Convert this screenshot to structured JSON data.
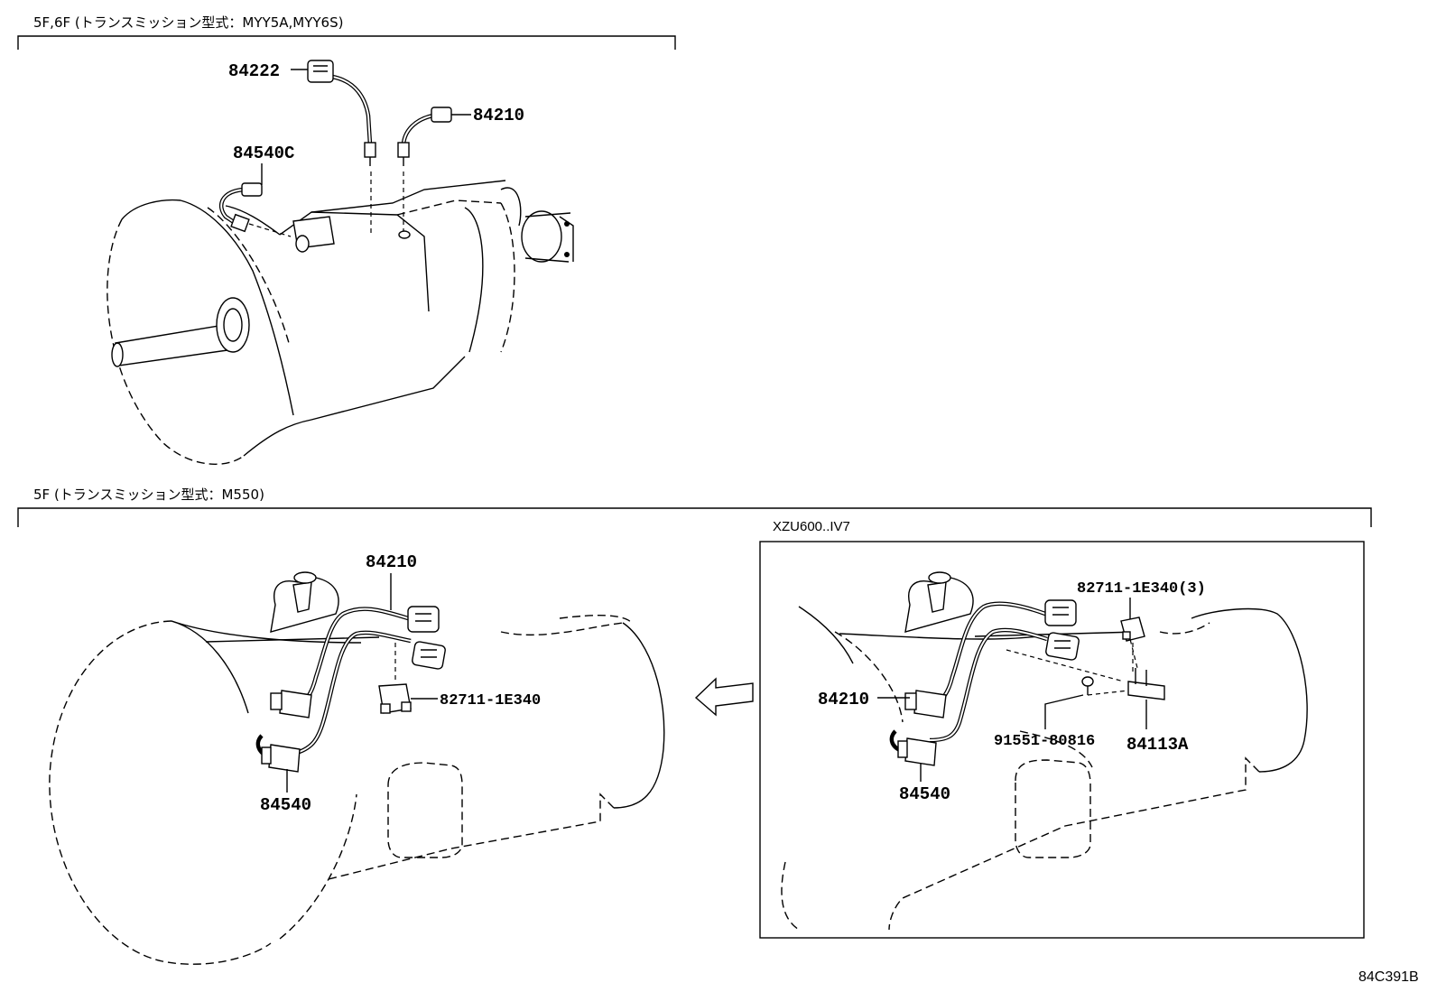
{
  "sections": {
    "top_header": "5F,6F (トランスミッション型式：MYY5A,MYY6S)",
    "bottom_header": "5F (トランスミッション型式：M550)",
    "inset_header": "XZU600..IV7"
  },
  "callouts_top": {
    "p84222": "84222",
    "p84210": "84210",
    "p84540C": "84540C"
  },
  "callouts_bottom_left": {
    "p84210": "84210",
    "p82711": "82711-1E340",
    "p84540": "84540"
  },
  "callouts_inset": {
    "p82711": "82711-1E340(3)",
    "p84210": "84210",
    "p91551": "91551-80816",
    "p84113A": "84113A",
    "p84540": "84540"
  },
  "diagram_code": "84C391B"
}
